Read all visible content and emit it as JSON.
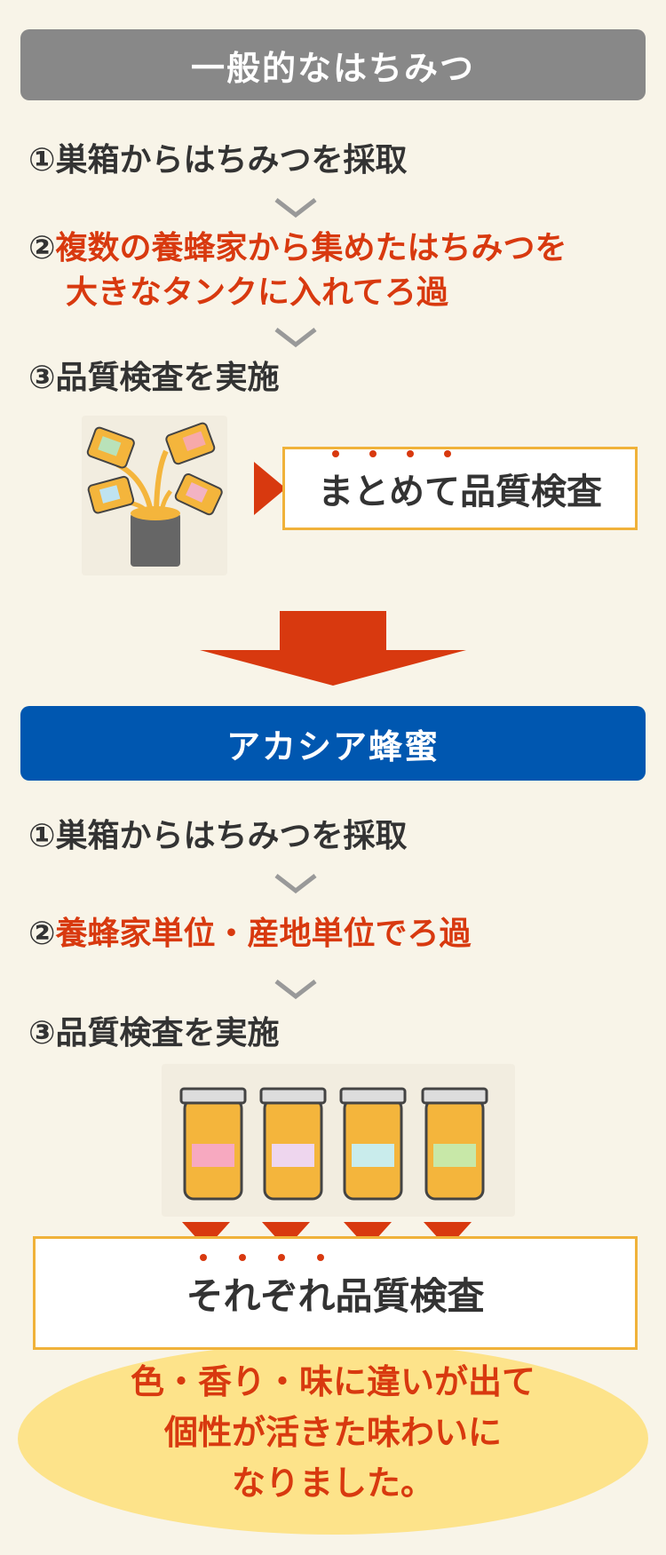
{
  "general": {
    "title": "一般的なはちみつ",
    "step1": "①巣箱からはちみつを採取",
    "step2_num": "②",
    "step2_line1": "複数の養蜂家から集めたはちみつを",
    "step2_line2": "大きなタンクに入れてろ過",
    "step3": "③品質検査を実施",
    "inspection_label": "まとめて品質検査"
  },
  "acacia": {
    "title": "アカシア蜂蜜",
    "step1": "①巣箱からはちみつを採取",
    "step2_num": "②",
    "step2_text": "養蜂家単位・産地単位でろ過",
    "step3": "③品質検査を実施",
    "inspection_label": "それぞれ品質検査"
  },
  "result": {
    "line1": "色・香り・味に違いが出て",
    "line2": "個性が活きた味わいに",
    "line3": "なりました。"
  },
  "colors": {
    "accent_red": "#d8390f",
    "header_gray": "#888888",
    "header_blue": "#0057b0",
    "box_border": "#f0b23a",
    "oval_fill": "#fde38a"
  },
  "icons": [
    "chevron-down-icon",
    "arrow-right-icon",
    "arrow-down-icon",
    "honey-jar-icon",
    "pouring-jars-icon"
  ]
}
